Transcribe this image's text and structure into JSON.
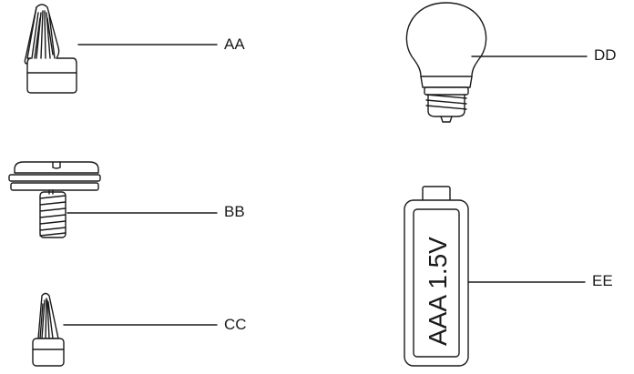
{
  "parts": [
    {
      "id": "aa",
      "label": "AA",
      "icon": "wire-nut-large-icon"
    },
    {
      "id": "bb",
      "label": "BB",
      "icon": "screw-icon"
    },
    {
      "id": "cc",
      "label": "CC",
      "icon": "wire-nut-small-icon"
    },
    {
      "id": "dd",
      "label": "DD",
      "icon": "light-bulb-icon"
    },
    {
      "id": "ee",
      "label": "EE",
      "icon": "battery-icon",
      "battery_text": "AAA 1.5V"
    }
  ],
  "colors": {
    "stroke": "#1a1a1a",
    "background": "#ffffff"
  }
}
